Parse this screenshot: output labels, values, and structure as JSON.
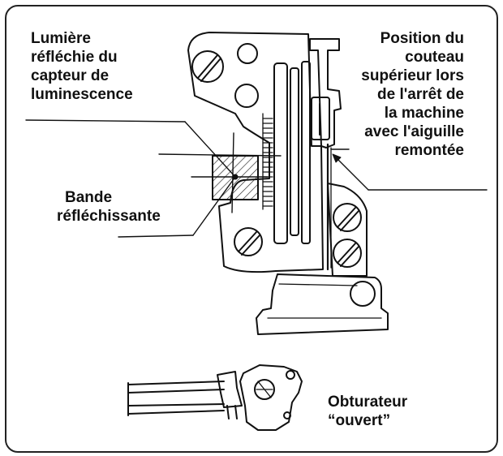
{
  "labels": {
    "light": [
      "Lumière",
      "réfléchie du",
      "capteur de",
      "luminescence"
    ],
    "position": [
      "Position du",
      "couteau",
      "supérieur lors",
      "de l'arrêt de",
      "la machine",
      "avec l'aiguille",
      "remontée"
    ],
    "band": [
      "Bande",
      "réfléchissante"
    ],
    "shutter": [
      "Obturateur",
      "“ouvert”"
    ]
  }
}
